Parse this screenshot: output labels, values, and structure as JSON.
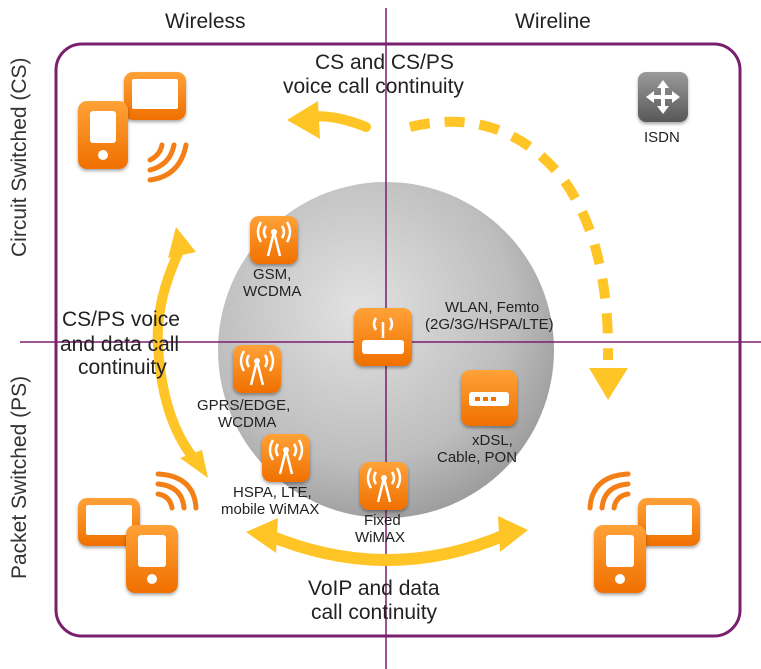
{
  "axes": {
    "wireless": "Wireless",
    "wireline": "Wireline",
    "circuit_switched": "Circuit Switched (CS)",
    "packet_switched": "Packet Switched (PS)"
  },
  "arcs": {
    "top_line1": "CS and CS/PS",
    "top_line2": "voice call continuity",
    "left_line1": "CS/PS voice",
    "left_line2": "and data call",
    "left_line3": "continuity",
    "bottom_line1": "VoIP and data",
    "bottom_line2": "call continuity"
  },
  "nodes": {
    "isdn": "ISDN",
    "gsm_line1": "GSM,",
    "gsm_line2": "WCDMA",
    "wlan_line1": "WLAN, Femto",
    "wlan_line2": "(2G/3G/HSPA/LTE)",
    "gprs_line1": "GPRS/EDGE,",
    "gprs_line2": "WCDMA",
    "hspa_line1": "HSPA, LTE,",
    "hspa_line2": "mobile WiMAX",
    "fixed_line1": "Fixed",
    "fixed_line2": "WiMAX",
    "xdsl_line1": "xDSL,",
    "xdsl_line2": "Cable, PON"
  },
  "colors": {
    "frame": "#7a1f6e",
    "arrow": "#ffc425",
    "device_orange": "#f57f17",
    "sphere": "#bdbdbd"
  }
}
